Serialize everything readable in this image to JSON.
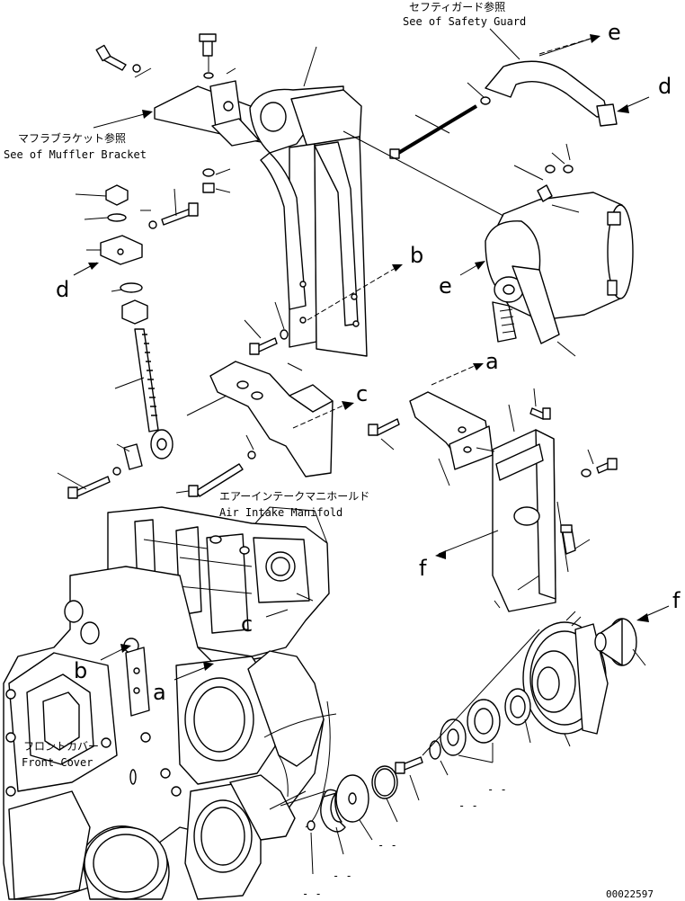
{
  "labels": {
    "safety_guard_jp": "セフティガード参照",
    "safety_guard_en": "See of Safety Guard",
    "muffler_jp": "マフラブラケット参照",
    "muffler_en": "See of Muffler Bracket",
    "intake_jp": "エアーインテークマニホールド",
    "intake_en": "Air Intake Manifold",
    "front_cover_jp": "フロントカバー",
    "front_cover_en": "Front Cover",
    "drawing_number": "00022597"
  },
  "refs": {
    "a": "a",
    "b": "b",
    "c": "c",
    "d": "d",
    "e": "e",
    "f": "f"
  },
  "bottom_marks": {
    "m1": "- -",
    "m2": "- -",
    "m3": "- -",
    "m4": "- -",
    "m5": "- -"
  }
}
